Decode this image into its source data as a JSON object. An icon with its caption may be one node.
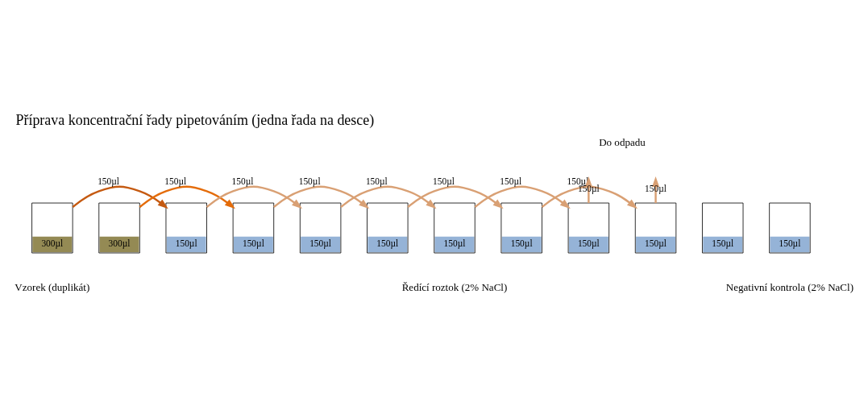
{
  "diagram": {
    "title": "Příprava koncentrační řady pipetováním (jedna řada na desce)",
    "nodes": [
      {
        "text": [
          "300µl"
        ]
      },
      {
        "text": [
          "300µl"
        ]
      },
      {
        "text": [
          "150µl"
        ]
      },
      {
        "text": [
          "150µl"
        ]
      },
      {
        "text": [
          "150µl"
        ]
      },
      {
        "text": [
          "150µl"
        ]
      },
      {
        "text": [
          "150µl"
        ]
      },
      {
        "text": [
          "150µl"
        ]
      },
      {
        "text": [
          "150µl"
        ]
      },
      {
        "text": [
          "150µl"
        ]
      },
      {
        "text": [
          "150µl"
        ]
      },
      {
        "text": [
          "150µl"
        ]
      }
    ],
    "edges": [
      {
        "from": 0,
        "to": 2,
        "arrow": "to",
        "label": "150µl",
        "color": "#c55a11"
      },
      {
        "from": 1,
        "to": 3,
        "arrow": "to",
        "label": "150µl",
        "color": "#e46c0a"
      },
      {
        "from": 2,
        "to": 4,
        "arrow": "to",
        "label": "150µl"
      },
      {
        "from": 3,
        "to": 5,
        "arrow": "to",
        "label": "150µl"
      },
      {
        "from": 4,
        "to": 6,
        "arrow": "to",
        "label": "150µl"
      },
      {
        "from": 5,
        "to": 7,
        "arrow": "to",
        "label": "150µl"
      },
      {
        "from": 6,
        "to": 8,
        "arrow": "to",
        "label": "150µl"
      },
      {
        "from": 7,
        "to": 9,
        "arrow": "to",
        "label": "150µl"
      },
      {
        "from": 8,
        "to": null,
        "arrow": "to",
        "label": "150µl"
      },
      {
        "from": 9,
        "to": null,
        "arrow": "to",
        "label": "150µl"
      }
    ],
    "labels": [
      "Do odpadu",
      "Vzorek (duplikát)",
      "Ředící roztok (2% NaCl)",
      "Negativní kontrola (2% NaCl)"
    ]
  }
}
